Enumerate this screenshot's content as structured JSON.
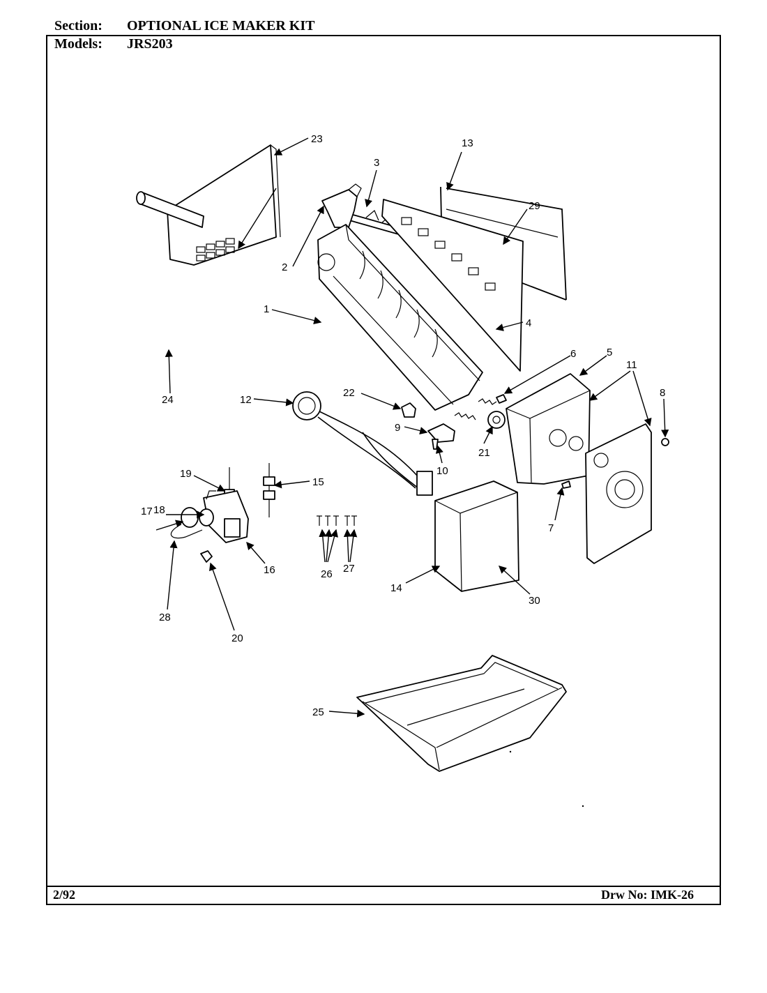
{
  "header": {
    "section_label": "Section:",
    "section_value": "OPTIONAL ICE MAKER KIT",
    "models_label": "Models:",
    "models_value": "JRS203"
  },
  "footer": {
    "date": "2/92",
    "drawing_number": "Drw No: IMK-26"
  },
  "callouts": [
    "1",
    "2",
    "3",
    "4",
    "5",
    "6",
    "7",
    "8",
    "9",
    "10",
    "11",
    "12",
    "13",
    "14",
    "15",
    "16",
    "17",
    "18",
    "19",
    "20",
    "21",
    "22",
    "23",
    "24",
    "25",
    "26",
    "27",
    "28",
    "29",
    "30"
  ]
}
